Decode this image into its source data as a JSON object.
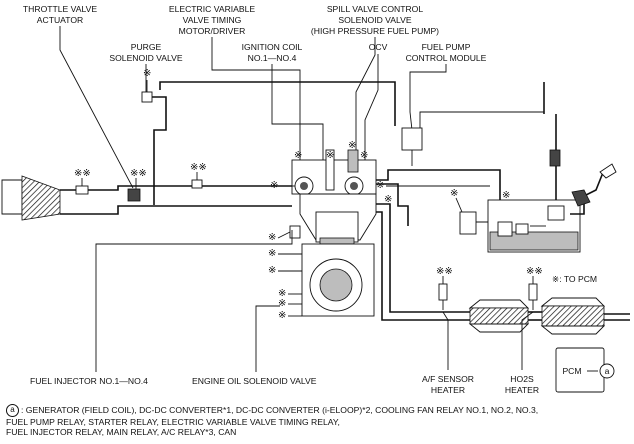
{
  "labels": {
    "throttle_valve_actuator_1": "THROTTLE VALVE",
    "throttle_valve_actuator_2": "ACTUATOR",
    "electric_variable_1": "ELECTRIC VARIABLE",
    "electric_variable_2": "VALVE TIMING",
    "electric_variable_3": "MOTOR/DRIVER",
    "spill_valve_1": "SPILL VALVE CONTROL",
    "spill_valve_2": "SOLENOID VALVE",
    "spill_valve_3": "(HIGH PRESSURE FUEL PUMP)",
    "purge_1": "PURGE",
    "purge_2": "SOLENOID VALVE",
    "ignition_coil_1": "IGNITION COIL",
    "ignition_coil_2": "NO.1—NO.4",
    "ocv": "OCV",
    "fuel_pump_module_1": "FUEL PUMP",
    "fuel_pump_module_2": "CONTROL MODULE",
    "to_pcm": "※: TO PCM",
    "fuel_injector": "FUEL INJECTOR NO.1—NO.4",
    "engine_oil_solenoid": "ENGINE OIL SOLENOID VALVE",
    "af_sensor_1": "A/F SENSOR",
    "af_sensor_2": "HEATER",
    "ho2s_1": "HO2S",
    "ho2s_2": "HEATER",
    "pcm": "PCM",
    "circle_a": "a"
  },
  "markers": {
    "single": "※",
    "double": "※※"
  },
  "notes": {
    "circle": "a",
    "line1": ": GENERATOR (FIELD COIL), DC-DC CONVERTER*1, DC-DC CONVERTER (i-ELOOP)*2, COOLING FAN RELAY NO.1, NO.2, NO.3,",
    "line2": "FUEL PUMP RELAY, STARTER RELAY, ELECTRIC VARIABLE VALVE TIMING RELAY,",
    "line3": "FUEL INJECTOR RELAY, MAIN RELAY, A/C RELAY*3, CAN"
  }
}
